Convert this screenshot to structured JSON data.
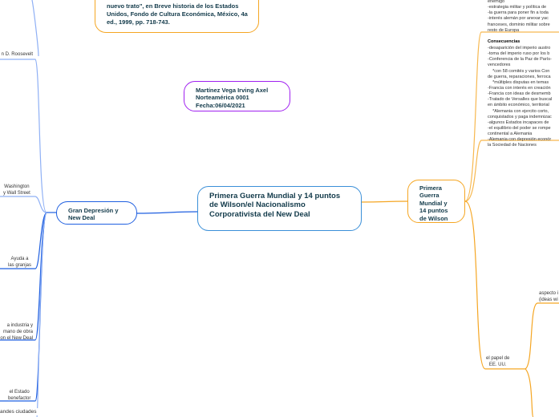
{
  "central": {
    "title": "Primera Guerra Mundial y 14 puntos de Wilson/el Nacionalismo Corporativista del New Deal"
  },
  "reference": {
    "text": "nuevo trato\", en Breve historia de los Estados Unidos, Fondo de Cultura Económica, México, 4a ed., 1999, pp. 718-743."
  },
  "author": {
    "name": "Martínez Vega Irving Axel",
    "group": "Norteamérica 0001",
    "date": "Fecha:06/04/2021"
  },
  "left_branch": {
    "label": "Gran Depresión y New Deal",
    "color": "#1f5fe0",
    "items": [
      "n D. Roosevelt",
      "Washington\ny Wall Street",
      "Ayuda a\nlas granjas",
      "a industria y\nmano de obra\non el New Deal",
      "el Estado\nbenefactor",
      "andes ciudades"
    ]
  },
  "right_branch": {
    "label": "Primera Guerra Mundial y 14 puntos de Wilson",
    "color": "#f5a623",
    "top_text": "enemigo\n-estrategia militar y política de\n-la guerra para poner fin a toda\n-interés alemán por anexar yac\nfranceses, dominio militar sobre\nresto de Europa",
    "consecuencias_title": "Consecuencias",
    "consecuencias": "-desaparición del imperio austro\n-toma del imperio ruso por los b\n-Conferencia de la Paz de París-\nvencedores\n    *con 58 comités y varios Con\nde guerra, reparaciones, ferroca\n    *múltiples disputas en temas\n-Francia con interés en creación\n-Francia con ideas de desmemb\n-Tratado de Versalles que buscal\nen ámbito económico, territorial\n    *Alemania con ejercito corto,\nconquistados y paga indemnizac\n-algunos Estados incapaces de \n-el equilibrio del poder se rompe\ncontinental a Alemania\n-Alemania con depresión econór\nla Sociedad de Naciones",
    "papel": "el papel de\nEE. UU.",
    "aspecto": "aspecto i\n(ideas wi"
  }
}
